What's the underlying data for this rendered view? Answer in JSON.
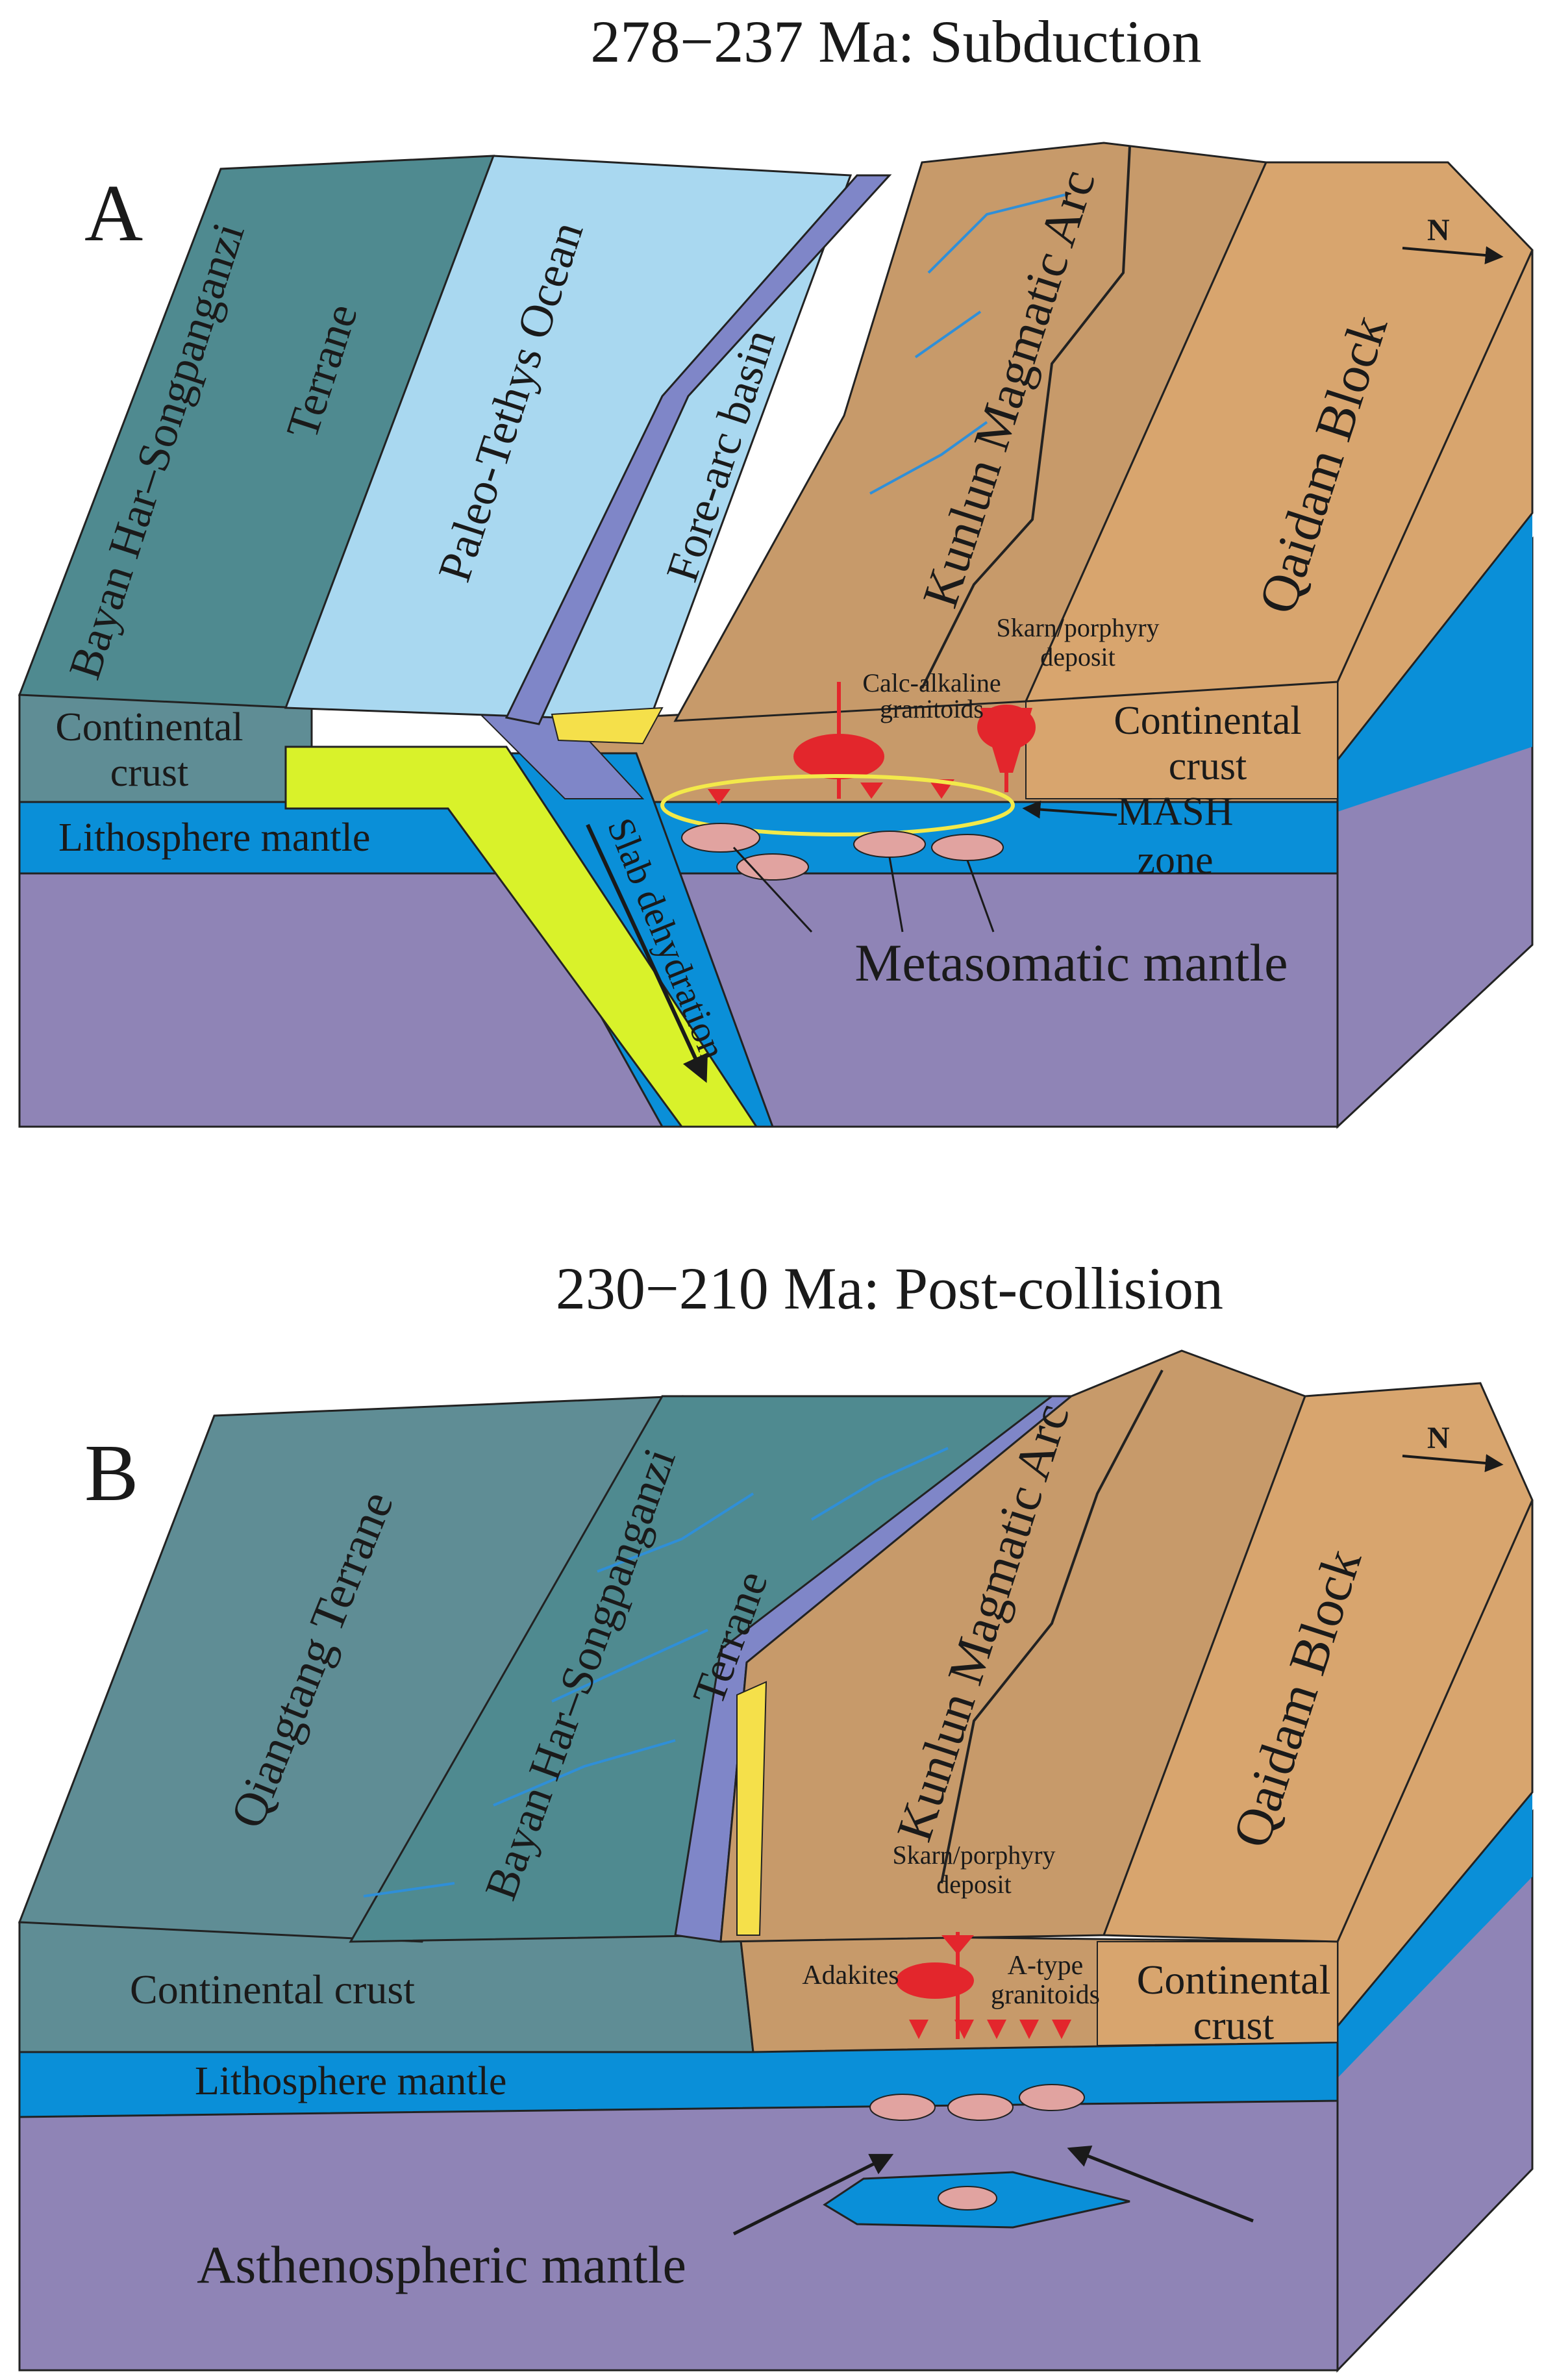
{
  "panel_a": {
    "letter": "A",
    "title": "278−237 Ma: Subduction",
    "north": "N",
    "labels": {
      "bayan_line1": "Bayan Har–Songpanganzi",
      "bayan_line2": "Terrane",
      "paleo_tethys": "Paleo-Tethys Ocean",
      "fore_arc": "Fore-arc basin",
      "kunlun": "Kunlun Magmatic Arc",
      "qaidam": "Qaidam Block",
      "skarn_line1": "Skarn/porphyry",
      "skarn_line2": "deposit",
      "calc_line1": "Calc-alkaline",
      "calc_line2": "granitoids",
      "crust_left_line1": "Continental",
      "crust_left_line2": "crust",
      "crust_right_line1": "Continental",
      "crust_right_line2": "crust",
      "litho": "Lithosphere mantle",
      "mash_line1": "MASH",
      "mash_line2": "zone",
      "slab": "Slab dehydration",
      "metasomatic": "Metasomatic mantle"
    }
  },
  "panel_b": {
    "letter": "B",
    "title": "230−210 Ma: Post-collision",
    "north": "N",
    "labels": {
      "qiangtang": "Qiangtang Terrane",
      "bayan_line1": "Bayan Har–Songpanganzi",
      "bayan_line2": "Terrane",
      "kunlun": "Kunlun Magmatic Arc",
      "qaidam": "Qaidam Block",
      "skarn_line1": "Skarn/porphyry",
      "skarn_line2": "deposit",
      "adakites": "Adakites",
      "atype_line1": "A-type",
      "atype_line2": "granitoids",
      "crust_left": "Continental crust",
      "crust_right_line1": "Continental",
      "crust_right_line2": "crust",
      "litho": "Lithosphere mantle",
      "astheno": "Asthenospheric mantle"
    }
  },
  "colors": {
    "terrane_top": "#4f8a90",
    "terrane_side": "#3c7478",
    "ocean": "#a9d8f0",
    "suture": "#7f86c8",
    "arc_top": "#c79a6a",
    "arc_side": "#b3875a",
    "qaidam_top": "#d8a56e",
    "lith_mantle": "#0a8fd8",
    "astheno": "#8f84b6",
    "slab": "#d9f22a",
    "magma": "#e3262c",
    "melt": "#e1a3a0",
    "mash_ring": "#f3e94a",
    "fracture": "#2f8fd8"
  }
}
